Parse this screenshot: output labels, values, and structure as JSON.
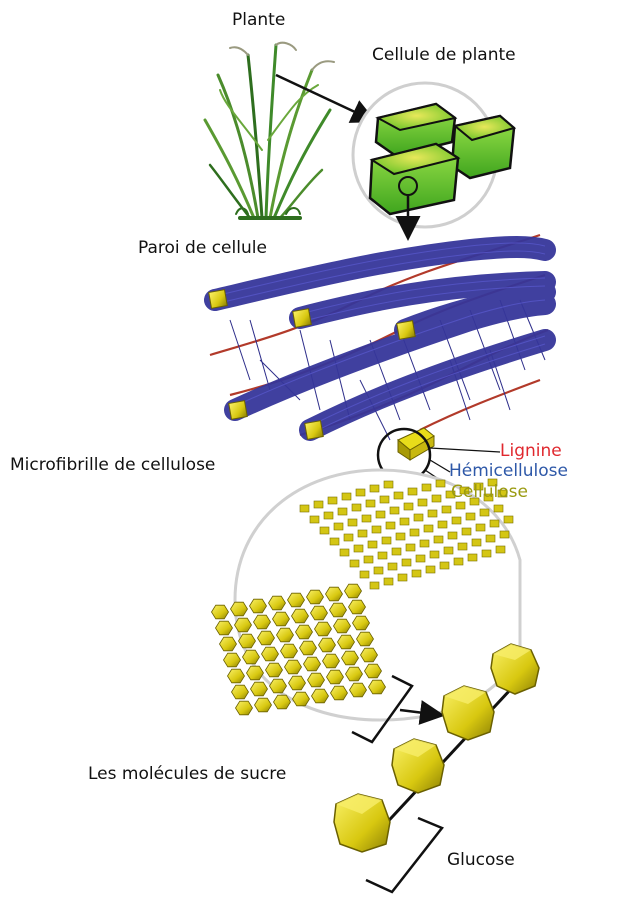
{
  "labels": {
    "plant": "Plante",
    "plant_cell": "Cellule de plante",
    "cell_wall": "Paroi de cellule",
    "microfibril": "Microfibrille de cellulose",
    "sugar_molecules": "Les molécules de sucre",
    "glucose": "Glucose"
  },
  "components": {
    "lignin": {
      "text": "Lignine",
      "color": "#e0282e"
    },
    "hemicellulose": {
      "text": "Hémicellulose",
      "color": "#2e58a8"
    },
    "cellulose": {
      "text": "Cellulose",
      "color": "#9a9a10"
    }
  },
  "colors": {
    "plant_green": "#3f8a2a",
    "cell_green": "#7ed23a",
    "fibril_blue": "#3a3aa0",
    "lignin_red": "#b23a2a",
    "cellulose_yellow": "#e8dc1a",
    "outline": "#111111"
  }
}
